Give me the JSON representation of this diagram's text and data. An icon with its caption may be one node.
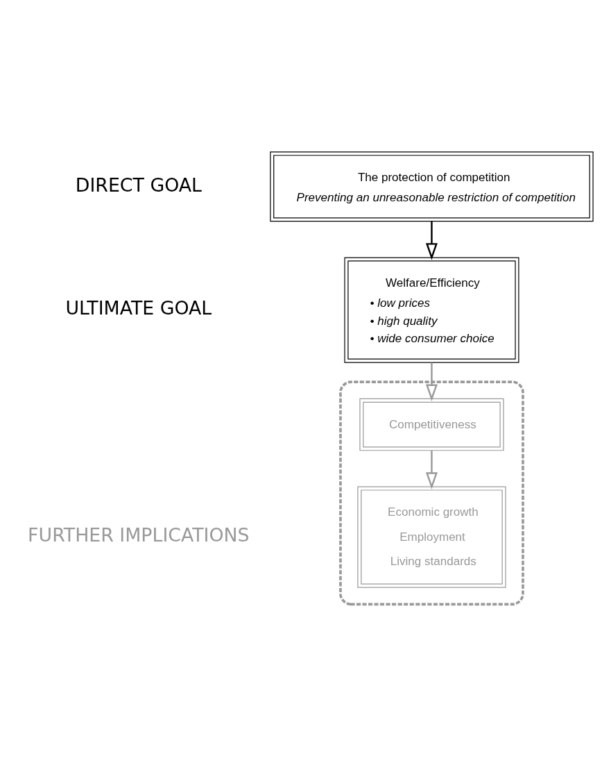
{
  "diagram": {
    "nodes": [
      {
        "text": [
          "The protection of competition",
          "Preventing an unreasonable restriction of competition"
        ]
      },
      {
        "text": [
          "Welfare/Efficiency",
          "• low prices",
          "• high quality",
          "• wide consumer choice"
        ]
      },
      {
        "text": [],
        "shape": "box"
      },
      {
        "text": [
          "Competitiveness"
        ],
        "in": 2
      },
      {
        "text": [
          "Economic growth",
          "Employment",
          "Living standards"
        ],
        "in": 2
      }
    ],
    "edges": [
      {
        "from": 0,
        "to": 1,
        "arrow": "to",
        "color": "#000000"
      },
      {
        "from": 1,
        "to": 3,
        "arrow": "to",
        "color": "#999999"
      },
      {
        "from": 3,
        "to": 4,
        "arrow": "to",
        "color": "#999999"
      }
    ],
    "labels": [
      "DIRECT GOAL",
      "ULTIMATE GOAL",
      "FURTHER IMPLICATIONS"
    ]
  }
}
